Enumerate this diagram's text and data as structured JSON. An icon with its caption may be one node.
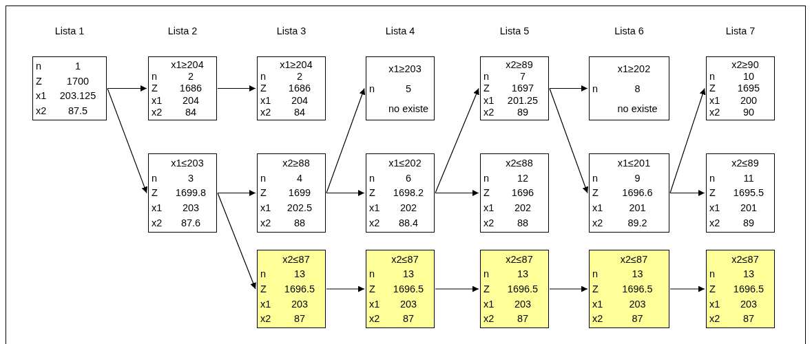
{
  "diagram": {
    "nodes": [
      {
        "text": [
          "n",
          "1",
          "Z",
          "1700",
          "x1",
          "203.125",
          "x2",
          "87.5"
        ]
      },
      {
        "text": [
          "x1≥204",
          "n",
          "2",
          "Z",
          "1686",
          "x1",
          "204",
          "x2",
          "84"
        ]
      },
      {
        "text": [
          "x1≤203",
          "n",
          "3",
          "Z",
          "1699.8",
          "x1",
          "203",
          "x2",
          "87.6"
        ]
      },
      {
        "text": [
          "x1≥204",
          "n",
          "2",
          "Z",
          "1686",
          "x1",
          "204",
          "x2",
          "84"
        ]
      },
      {
        "text": [
          "x2≥88",
          "n",
          "4",
          "Z",
          "1699",
          "x1",
          "202.5",
          "x2",
          "88"
        ]
      },
      {
        "text": [
          "x2≤87",
          "n",
          "13",
          "Z",
          "1696.5",
          "x1",
          "203",
          "x2",
          "87"
        ]
      },
      {
        "text": [
          "x1≥203",
          "n",
          "5",
          "no existe"
        ]
      },
      {
        "text": [
          "x1≤202",
          "n",
          "6",
          "Z",
          "1698.2",
          "x1",
          "202",
          "x2",
          "88.4"
        ]
      },
      {
        "text": [
          "x2≤87",
          "n",
          "13",
          "Z",
          "1696.5",
          "x1",
          "203",
          "x2",
          "87"
        ]
      },
      {
        "text": [
          "x2≥89",
          "n",
          "7",
          "Z",
          "1697",
          "x1",
          "201.25",
          "x2",
          "89"
        ]
      },
      {
        "text": [
          "x2≤88",
          "n",
          "12",
          "Z",
          "1696",
          "x1",
          "202",
          "x2",
          "88"
        ]
      },
      {
        "text": [
          "x2≤87",
          "n",
          "13",
          "Z",
          "1696.5",
          "x1",
          "203",
          "x2",
          "87"
        ]
      },
      {
        "text": [
          "x1≥202",
          "n",
          "8",
          "no existe"
        ]
      },
      {
        "text": [
          "x1≤201",
          "n",
          "9",
          "Z",
          "1696.6",
          "x1",
          "201",
          "x2",
          "89.2"
        ]
      },
      {
        "text": [
          "x2≤87",
          "n",
          "13",
          "Z",
          "1696.5",
          "x1",
          "203",
          "x2",
          "87"
        ]
      },
      {
        "text": [
          "x2≥90",
          "n",
          "10",
          "Z",
          "1695",
          "x1",
          "200",
          "x2",
          "90"
        ]
      },
      {
        "text": [
          "x2≤89",
          "n",
          "11",
          "Z",
          "1695.5",
          "x1",
          "201",
          "x2",
          "89"
        ]
      },
      {
        "text": [
          "x2≤87",
          "n",
          "13",
          "Z",
          "1696.5",
          "x1",
          "203",
          "x2",
          "87"
        ]
      }
    ],
    "edges": [
      {
        "from": 0,
        "to": 1,
        "arrow": "to"
      },
      {
        "from": 0,
        "to": 2,
        "arrow": "to"
      },
      {
        "from": 1,
        "to": 3,
        "arrow": "to"
      },
      {
        "from": 2,
        "to": 4,
        "arrow": "to"
      },
      {
        "from": 2,
        "to": 5,
        "arrow": "to"
      },
      {
        "from": 4,
        "to": 6,
        "arrow": "to"
      },
      {
        "from": 4,
        "to": 7,
        "arrow": "to"
      },
      {
        "from": 5,
        "to": 8,
        "arrow": "to"
      },
      {
        "from": 7,
        "to": 9,
        "arrow": "to"
      },
      {
        "from": 7,
        "to": 10,
        "arrow": "to"
      },
      {
        "from": 8,
        "to": 11,
        "arrow": "to"
      },
      {
        "from": 9,
        "to": 12,
        "arrow": "to"
      },
      {
        "from": 9,
        "to": 13,
        "arrow": "to"
      },
      {
        "from": 11,
        "to": 14,
        "arrow": "to"
      },
      {
        "from": 13,
        "to": 15,
        "arrow": "to"
      },
      {
        "from": 13,
        "to": 16,
        "arrow": "to"
      },
      {
        "from": 14,
        "to": 17,
        "arrow": "to"
      }
    ],
    "labels": [
      "Lista 1",
      "Lista 2",
      "Lista 3",
      "Lista 4",
      "Lista 5",
      "Lista 6",
      "Lista 7"
    ]
  }
}
